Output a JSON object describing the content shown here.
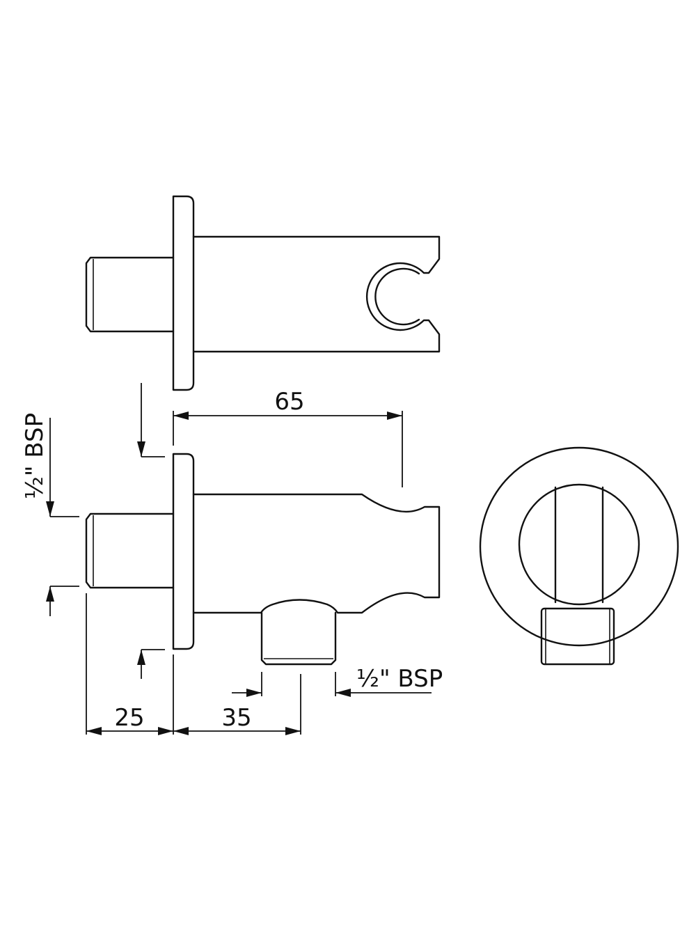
{
  "dimensions": {
    "overall_length": "65",
    "inlet_length": "25",
    "outlet_offset": "35"
  },
  "threads": {
    "inlet": "½\" BSP",
    "outlet": "½\" BSP"
  }
}
